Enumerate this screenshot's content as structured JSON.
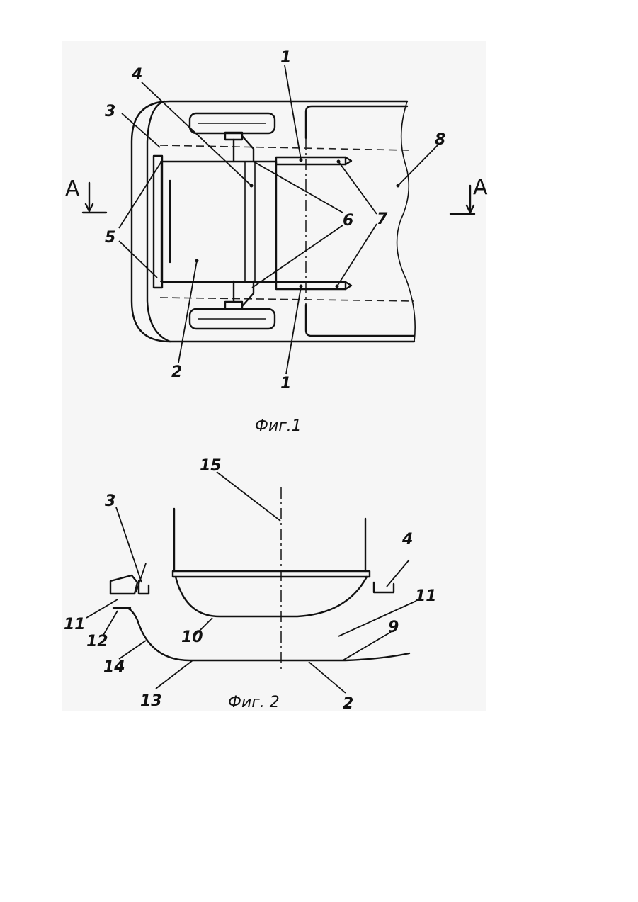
{
  "figure1": {
    "caption": "Фиг.1",
    "section_marker": "А",
    "labels": {
      "l1": "1",
      "l2": "2",
      "l3": "3",
      "l4": "4",
      "l5": "5",
      "l6": "6",
      "l7": "7",
      "l8": "8"
    }
  },
  "figure2": {
    "caption": "Фиг. 2",
    "labels": {
      "l2": "2",
      "l3": "3",
      "l4": "4",
      "l9": "9",
      "l10": "10",
      "l11": "11",
      "l12": "12",
      "l13": "13",
      "l14": "14",
      "l15": "15"
    }
  }
}
